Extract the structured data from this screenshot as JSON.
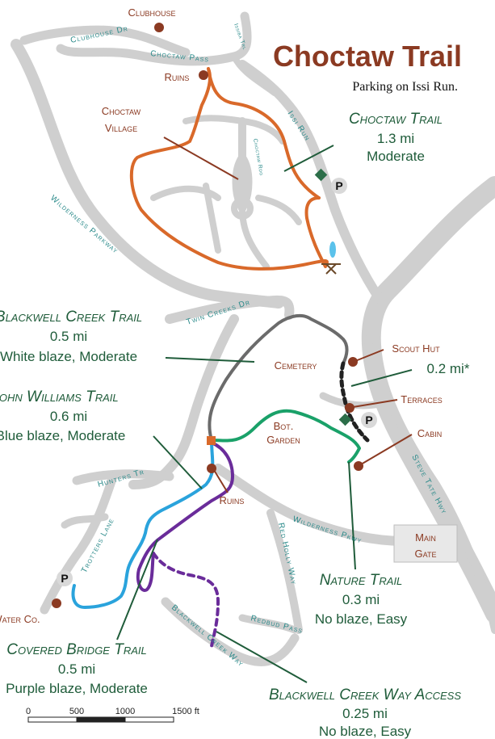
{
  "title": "Choctaw Trail",
  "subtitle": "Parking on Issi Run.",
  "colors": {
    "road": "#cfcfcf",
    "orange_trail": "#d9692a",
    "gray_trail": "#6b6b6b",
    "green_trail": "#1aa169",
    "blue_trail": "#2aa3dc",
    "purple_trail": "#6a2c9a",
    "title_red": "#8b3a22",
    "label_green": "#1f5c3a",
    "street_teal": "#2a8a8a",
    "poi_marker": "#8b3a22",
    "trailhead_green": "#2c6e49"
  },
  "pois": {
    "clubhouse": "Clubhouse",
    "ruins_north": "Ruins",
    "choctaw_village_line1": "Choctaw",
    "choctaw_village_line2": "Village",
    "cemetery": "Cemetery",
    "scout_hut": "Scout Hut",
    "terraces": "Terraces",
    "cabin": "Cabin",
    "bot_garden_line1": "Bot.",
    "bot_garden_line2": "Garden",
    "ruins_south": "Ruins",
    "main_gate_line1": "Main",
    "main_gate_line2": "Gate",
    "water_co": "Water Co."
  },
  "streets": {
    "clubhouse_dr": "Clubhouse Dr",
    "choctaw_pass": "Choctaw Pass",
    "issiba_trl": "Issiba Trl",
    "issi_run": "Issi Run",
    "choctaw_rdg": "Choctaw Rdg",
    "wilderness_parkway": "Wilderness Parkway",
    "twin_creeks_dr": "Twin Creeks Dr",
    "hunters_tr": "Hunters Tr",
    "trotters_lane": "Trotters Lane",
    "red_holly_way": "Red Holly Way",
    "wilderness_pkwy": "Wilderness Pkwy",
    "steve_tate_hwy": "Steve Tate Hwy",
    "redbud_pass": "Redbud Pass",
    "blackwell_creek_way": "Blackwell Creek Way"
  },
  "parking_symbol": "P",
  "trails": {
    "choctaw": {
      "name": "Choctaw Trail",
      "length": "1.3 mi",
      "detail": "Moderate"
    },
    "blackwell_creek": {
      "name": "Blackwell Creek Trail",
      "length": "0.5 mi",
      "detail": "White blaze, Moderate"
    },
    "john_williams": {
      "name": "John Williams Trail",
      "length": "0.6 mi",
      "detail": "Blue blaze, Moderate"
    },
    "covered_bridge": {
      "name": "Covered Bridge Trail",
      "length": "0.5 mi",
      "detail": "Purple blaze, Moderate"
    },
    "nature": {
      "name": "Nature Trail",
      "length": "0.3 mi",
      "detail": "No blaze, Easy"
    },
    "blackwell_creek_way_access": {
      "name": "Blackwell Creek Way Access",
      "length": "0.25 mi",
      "detail": "No blaze, Easy"
    },
    "scout_spur": {
      "length": "0.2 mi*"
    }
  },
  "scale_bar": {
    "ticks": [
      "0",
      "500",
      "1000",
      "1500 ft"
    ]
  }
}
